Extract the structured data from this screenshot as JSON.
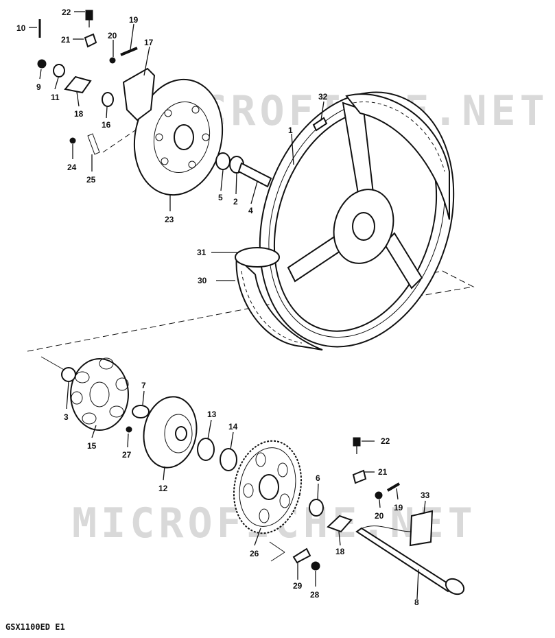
{
  "watermarks": [
    "MICROFICHE.NET",
    "MICROFICHE.NET"
  ],
  "footer": "GSX1100ED E1",
  "callouts": [
    {
      "id": "c22a",
      "label": "22"
    },
    {
      "id": "c10",
      "label": "10"
    },
    {
      "id": "c19a",
      "label": "19"
    },
    {
      "id": "c21a",
      "label": "21"
    },
    {
      "id": "c20a",
      "label": "20"
    },
    {
      "id": "c17",
      "label": "17"
    },
    {
      "id": "c9",
      "label": "9"
    },
    {
      "id": "c11",
      "label": "11"
    },
    {
      "id": "c18a",
      "label": "18"
    },
    {
      "id": "c16",
      "label": "16"
    },
    {
      "id": "c24",
      "label": "24"
    },
    {
      "id": "c25",
      "label": "25"
    },
    {
      "id": "c23",
      "label": "23"
    },
    {
      "id": "c5",
      "label": "5"
    },
    {
      "id": "c2",
      "label": "2"
    },
    {
      "id": "c4",
      "label": "4"
    },
    {
      "id": "c32",
      "label": "32"
    },
    {
      "id": "c1",
      "label": "1"
    },
    {
      "id": "c31",
      "label": "31"
    },
    {
      "id": "c30",
      "label": "30"
    },
    {
      "id": "c3",
      "label": "3"
    },
    {
      "id": "c15",
      "label": "15"
    },
    {
      "id": "c7",
      "label": "7"
    },
    {
      "id": "c27",
      "label": "27"
    },
    {
      "id": "c12",
      "label": "12"
    },
    {
      "id": "c13",
      "label": "13"
    },
    {
      "id": "c14",
      "label": "14"
    },
    {
      "id": "c26",
      "label": "26"
    },
    {
      "id": "c22b",
      "label": "22"
    },
    {
      "id": "c21b",
      "label": "21"
    },
    {
      "id": "c6",
      "label": "6"
    },
    {
      "id": "c20b",
      "label": "20"
    },
    {
      "id": "c19b",
      "label": "19"
    },
    {
      "id": "c33",
      "label": "33"
    },
    {
      "id": "c18b",
      "label": "18"
    },
    {
      "id": "c29",
      "label": "29"
    },
    {
      "id": "c28",
      "label": "28"
    },
    {
      "id": "c8",
      "label": "8"
    }
  ]
}
